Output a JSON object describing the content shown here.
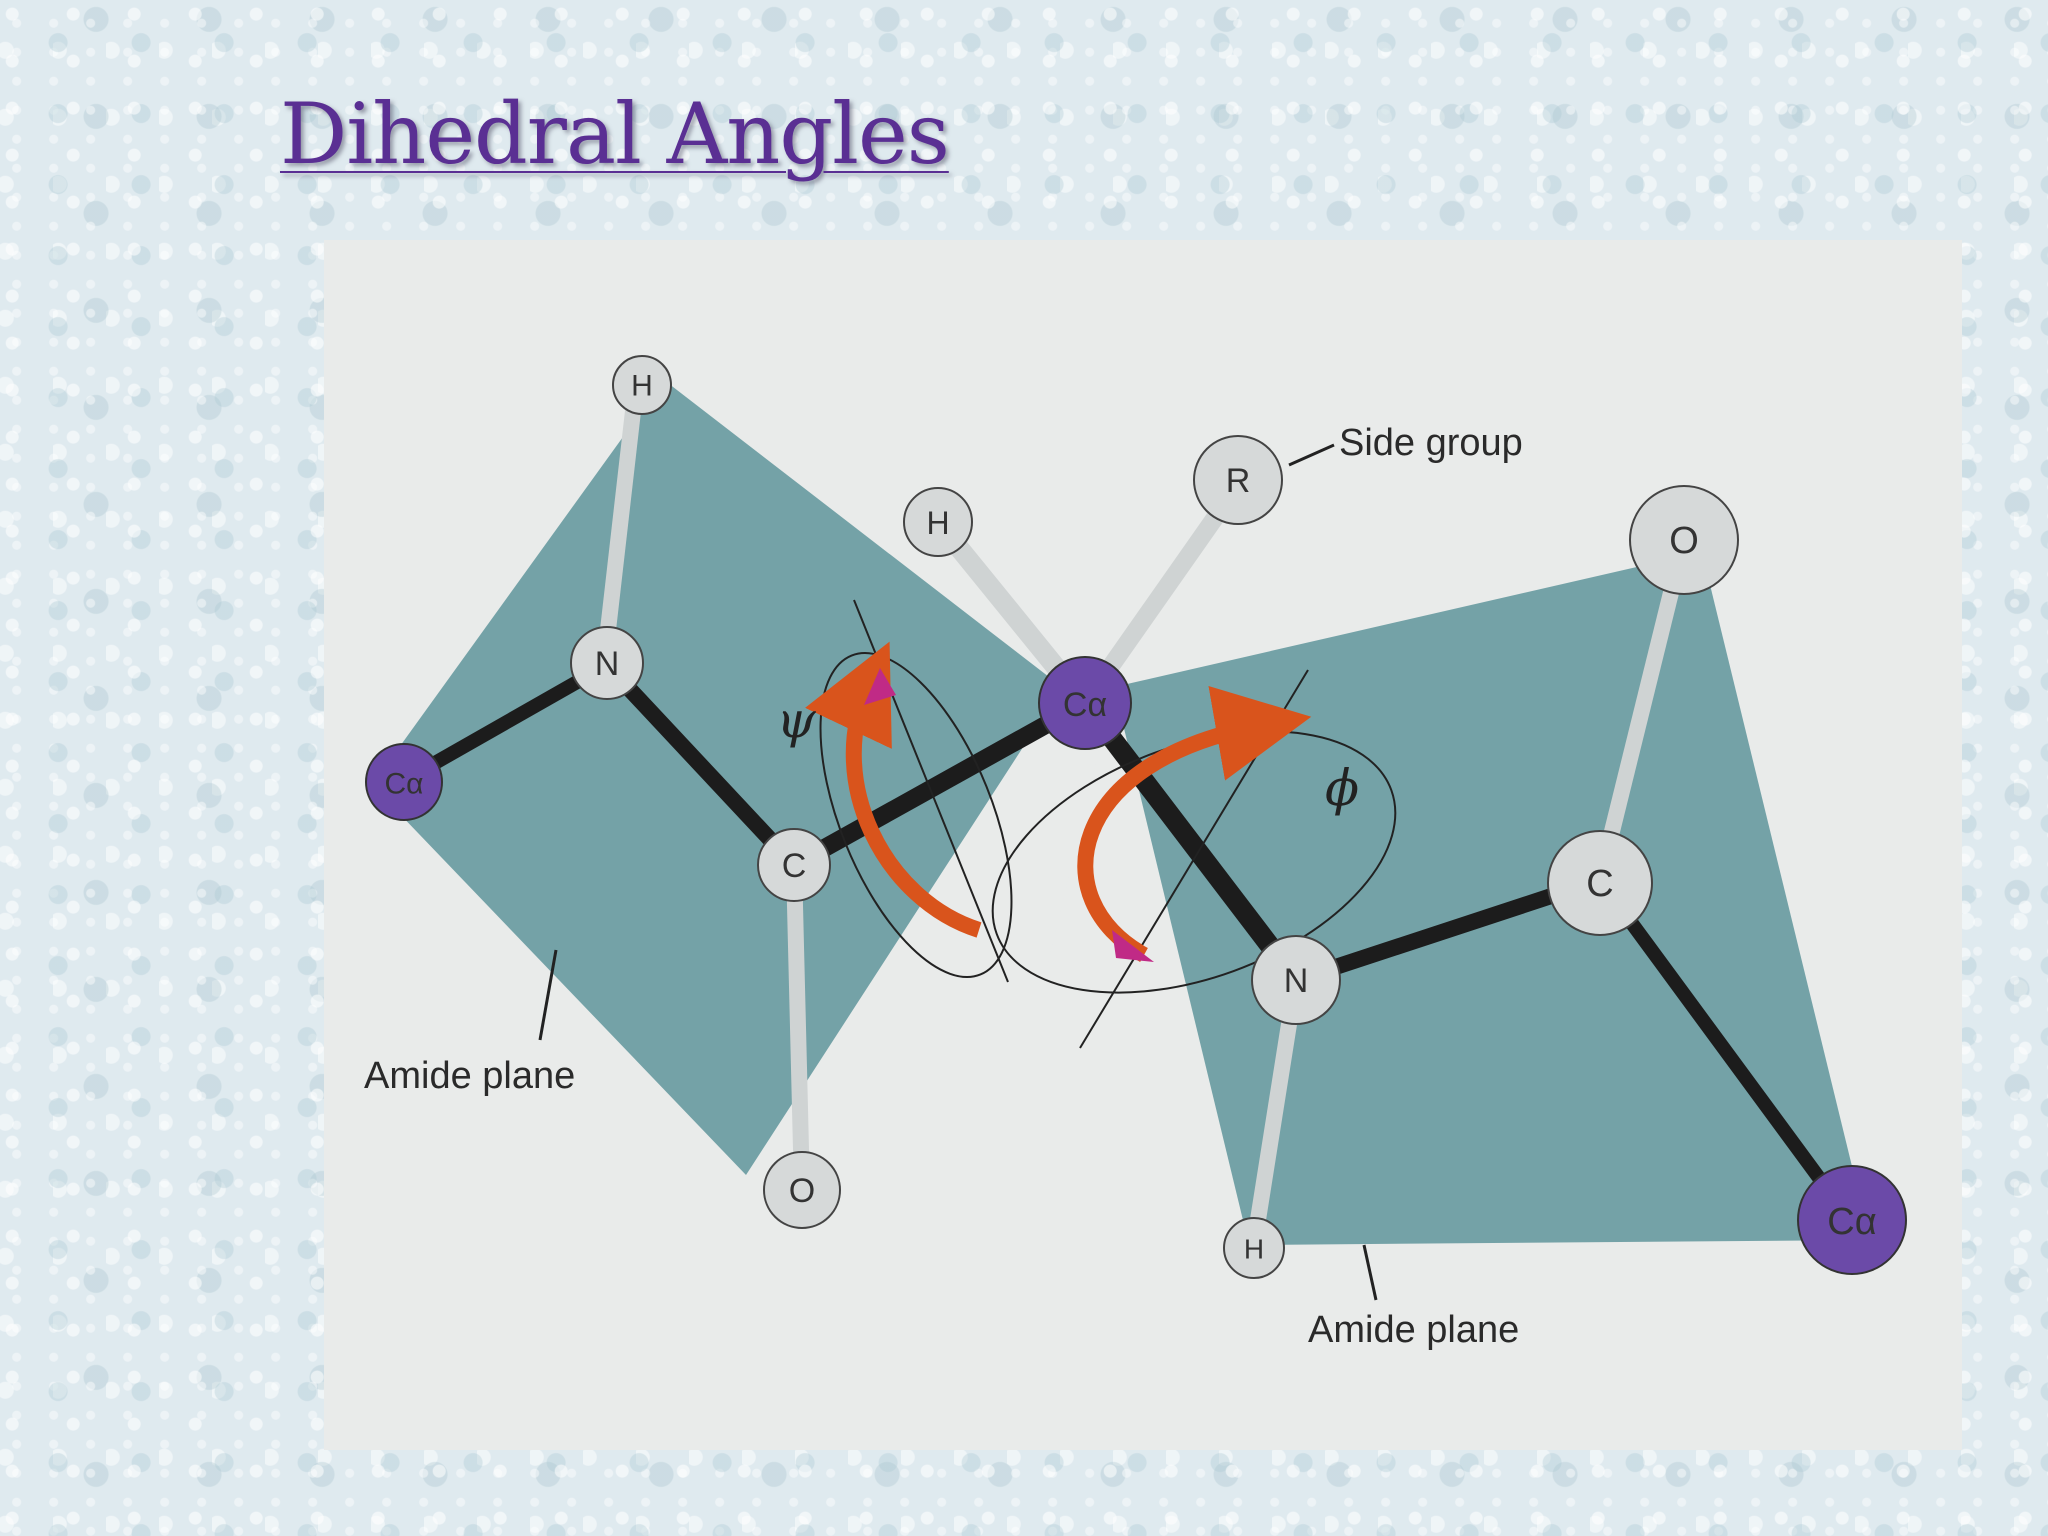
{
  "title": "Dihedral Angles",
  "colors": {
    "title": "#5a2f93",
    "amide_plane": "#6e9ea3",
    "alpha_carbon": "#6b4aa8",
    "atom": "#d6d9d9",
    "bond": "#1c1c1c",
    "rotation_arrow": "#d9541c",
    "rotation_tip": "#c02a86"
  },
  "diagram": {
    "side_group_label": "Side group",
    "left_plane_label": "Amide plane",
    "right_plane_label": "Amide plane",
    "psi_symbol": "ψ",
    "phi_symbol": "ϕ",
    "atoms": {
      "h_top_left": "H",
      "n_left": "N",
      "ca_left": "Cα",
      "c_left": "C",
      "o_left": "O",
      "h_center": "H",
      "r_side": "R",
      "ca_center": "Cα",
      "o_right": "O",
      "c_right": "C",
      "n_right": "N",
      "h_bottom_right": "H",
      "ca_right": "Cα"
    }
  }
}
